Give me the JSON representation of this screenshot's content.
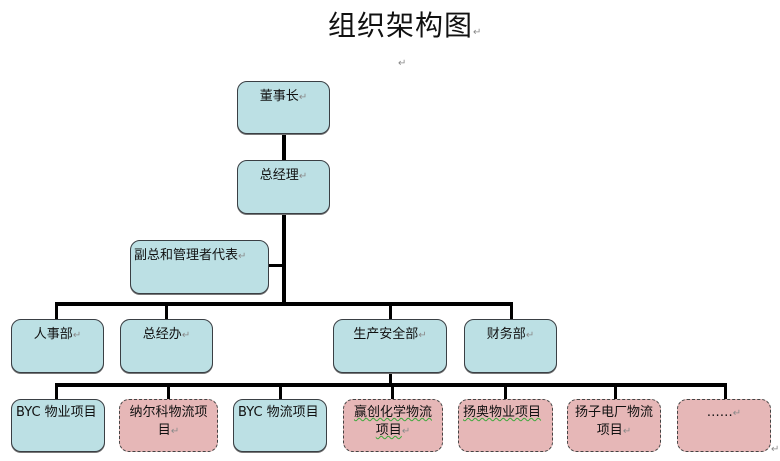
{
  "document": {
    "title": "组织架构图",
    "paragraph_mark": "↵"
  },
  "org_chart": {
    "level1": {
      "label": "董事长"
    },
    "level2": {
      "label": "总经理"
    },
    "assistant": {
      "label": "副总和管理者代表"
    },
    "departments": [
      {
        "label": "人事部"
      },
      {
        "label": "总经办"
      },
      {
        "label": "生产安全部"
      },
      {
        "label": "财务部"
      }
    ],
    "projects": [
      {
        "label": "BYC 物业项目",
        "style": "solid"
      },
      {
        "label": "纳尔科物流项目",
        "style": "dashed"
      },
      {
        "label": "BYC 物流项目",
        "style": "solid"
      },
      {
        "label": "赢创化学物流项目",
        "style": "dashed"
      },
      {
        "label": "扬奥物业项目",
        "style": "dashed"
      },
      {
        "label": "扬子电厂物流项目",
        "style": "dashed"
      },
      {
        "label": "……",
        "style": "dashed"
      }
    ],
    "colors": {
      "solid_fill": "#bce0e4",
      "dashed_fill": "#e6b7b7",
      "connector": "#000000"
    }
  }
}
